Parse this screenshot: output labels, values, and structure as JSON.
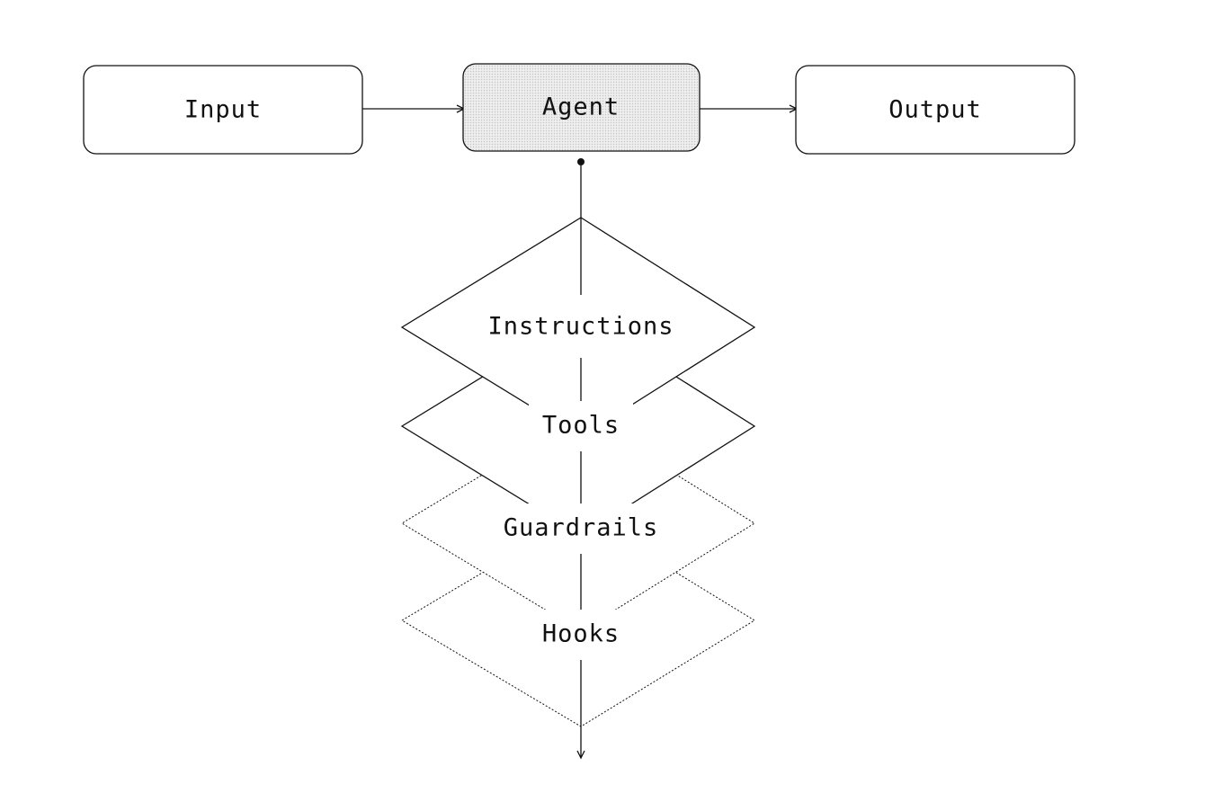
{
  "diagram": {
    "nodes": {
      "input": "Input",
      "agent": "Agent",
      "output": "Output"
    },
    "layers": [
      {
        "label": "Instructions",
        "style": "solid"
      },
      {
        "label": "Tools",
        "style": "solid"
      },
      {
        "label": "Guardrails",
        "style": "dotted"
      },
      {
        "label": "Hooks",
        "style": "dotted"
      }
    ],
    "colors": {
      "stroke": "#111111",
      "agent_fill": "#e4e4e4",
      "background": "#ffffff"
    }
  }
}
